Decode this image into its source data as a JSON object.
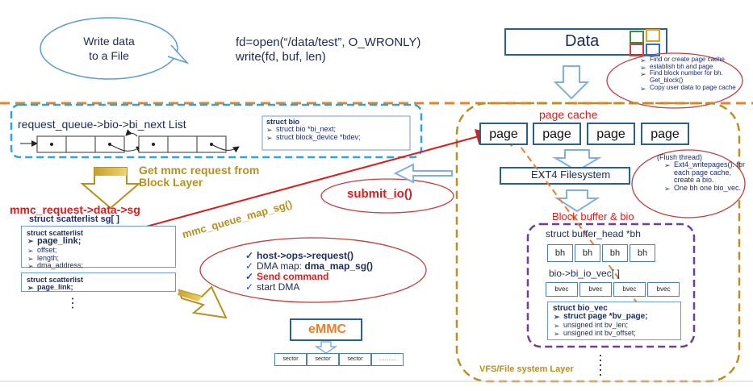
{
  "top": {
    "bubble_text": "Write data\nto a File",
    "code_line1": "fd=open(“/data/test”, O_WRONLY)",
    "code_line2": "write(fd, buf, len)",
    "data_label": "Data",
    "data_notes": [
      "Find or create page cache",
      "establish bh and page",
      "Find block number for bh. Get_block()",
      "Copy user data to page cache"
    ]
  },
  "queue": {
    "title": "request_queue->bio->bi_next List",
    "struct_title": "struct bio",
    "struct_fields": [
      "struct bio *bi_next;",
      "struct block_device *bdev;"
    ]
  },
  "left": {
    "get_request": "Get mmc request from\nBlock Layer",
    "mmc_request": "mmc_request->data->sg",
    "scatterlist_decl": "struct scatterlist  sg[ ]",
    "sg1_title": "struct scatterlist",
    "sg1_fields": [
      "page_link;",
      "offset;",
      "length;",
      "dma_address;"
    ],
    "sg2_title": "struct scatterlist",
    "sg2_fields": [
      "page_link;"
    ],
    "dots": "⋮",
    "map_label": "mmc_queue_map_sg()"
  },
  "middle": {
    "submit_io": "submit_io()",
    "host_steps": [
      {
        "text": "host->ops->request()",
        "style": "bold-blue"
      },
      {
        "text": "DMA map: ",
        "bold_part": "dma_map_sg()",
        "style": "mixed"
      },
      {
        "text": "Send command",
        "style": "bold-red"
      },
      {
        "text": "start DMA",
        "style": "plain"
      }
    ],
    "emmc_label": "eMMC",
    "sectors": [
      "sector",
      "sector",
      "sector",
      "………"
    ]
  },
  "right": {
    "page_cache_title": "page cache",
    "pages": [
      "page",
      "page",
      "page",
      "page"
    ],
    "ext4_label": "EXT4 Filesystem",
    "flush_title": "(Flush thread)",
    "flush_notes": [
      "Ext4_writepages(): for each page cache, create a bio.",
      "One bh one bio_vec."
    ],
    "block_buffer_title": "Block buffer & bio",
    "bh_decl": "struct buffer_head *bh",
    "bh_cells": [
      "bh",
      "bh",
      "bh",
      "bh"
    ],
    "biovec_decl": "bio->bi_io_vec[ ]",
    "bvec_cells": [
      "bvec",
      "bvec",
      "bvec",
      "bvec"
    ],
    "bio_vec_title": "struct bio_vec",
    "bio_vec_fields": [
      "struct page *bv_page;",
      "unsigned int bv_len;",
      "unsigned int bv_offset;"
    ],
    "vfs_label": "VFS/File system Layer"
  },
  "colors": {
    "orange_dash": "#e8812b",
    "olive_dash": "#b8901e",
    "cyan_dash": "#2aa6d9",
    "purple_dash": "#6a3fa0",
    "red": "#d62020",
    "navy": "#1f3f7a"
  }
}
